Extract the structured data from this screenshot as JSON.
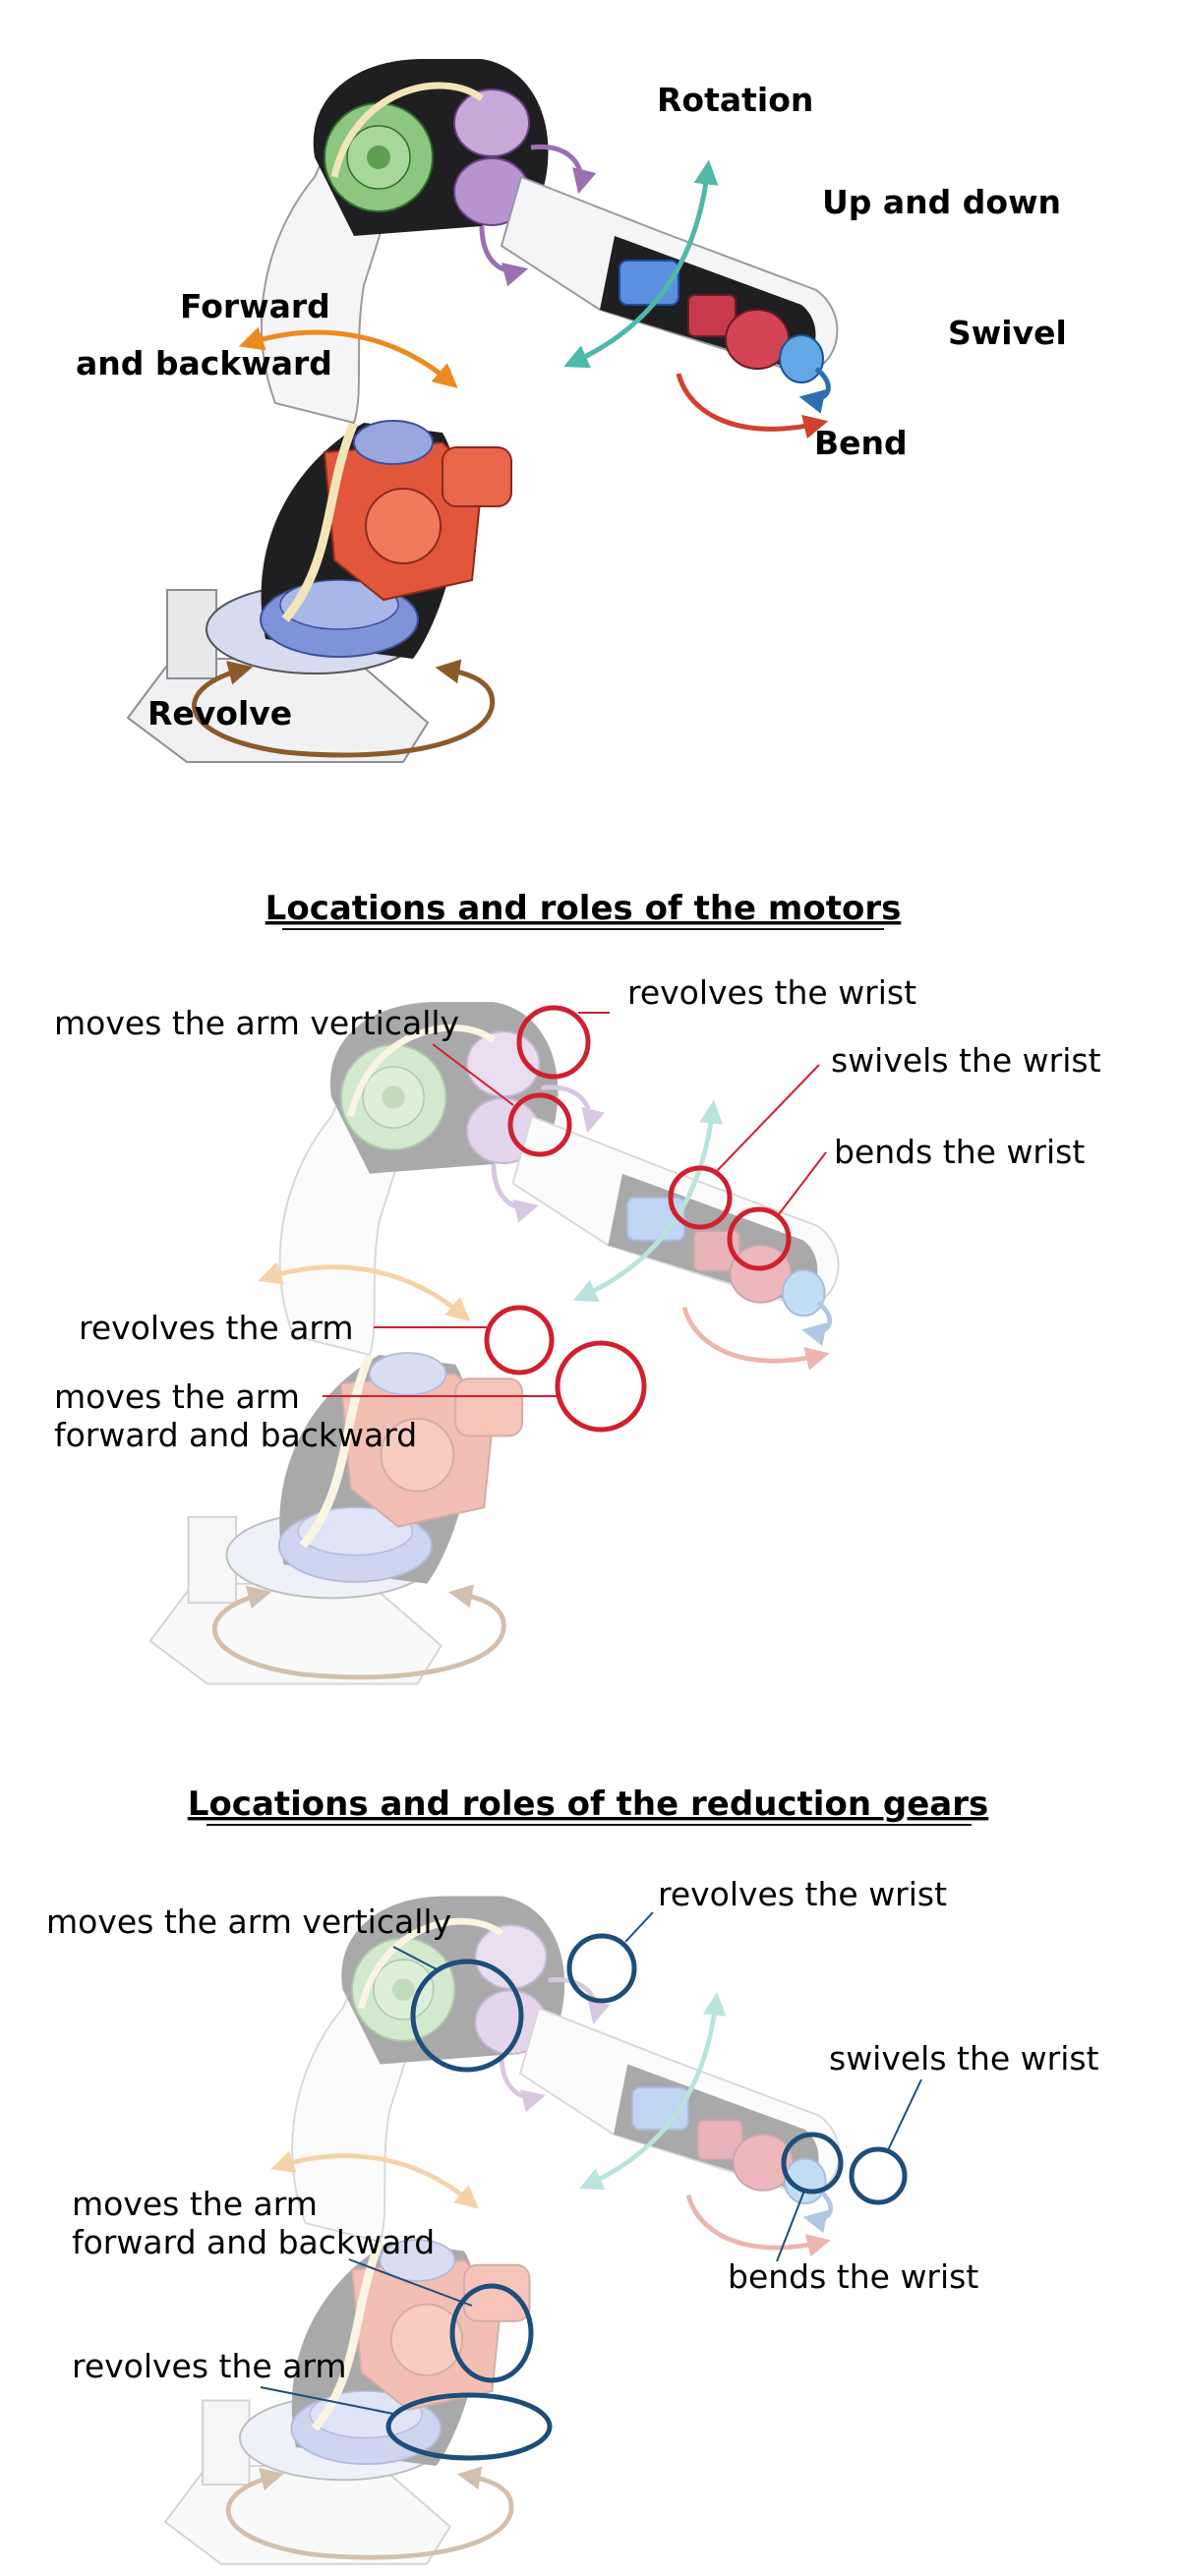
{
  "figure1": {
    "labels": {
      "rotation": "Rotation",
      "up_down": "Up and down",
      "swivel": "Swivel",
      "bend": "Bend",
      "forward_1": "Forward",
      "forward_2": "and backward",
      "revolve": "Revolve"
    }
  },
  "figure2": {
    "title": "Locations and roles of the motors",
    "labels": {
      "moves_vertically": "moves the arm vertically",
      "revolves_wrist": "revolves the wrist",
      "swivels_wrist": "swivels the wrist",
      "bends_wrist": "bends the wrist",
      "revolves_arm": "revolves the arm",
      "moves_fb_1": "moves the arm",
      "moves_fb_2": "forward and backward"
    }
  },
  "figure3": {
    "title": "Locations and roles of the reduction gears",
    "labels": {
      "moves_vertically": "moves the arm vertically",
      "revolves_wrist": "revolves the wrist",
      "swivels_wrist": "swivels the wrist",
      "bends_wrist": "bends the wrist",
      "revolves_arm": "revolves the arm",
      "moves_fb_1": "moves the arm",
      "moves_fb_2": "forward and backward"
    }
  },
  "colors": {
    "motor_marker": "#d0202e",
    "gear_marker": "#1d4e7a",
    "purple": "#9b6fb0",
    "teal": "#4fb8a8",
    "orange": "#ec8a1e",
    "red_arrow": "#d24030",
    "blue_arrow": "#2f6db0",
    "brown": "#8a5a2b"
  }
}
